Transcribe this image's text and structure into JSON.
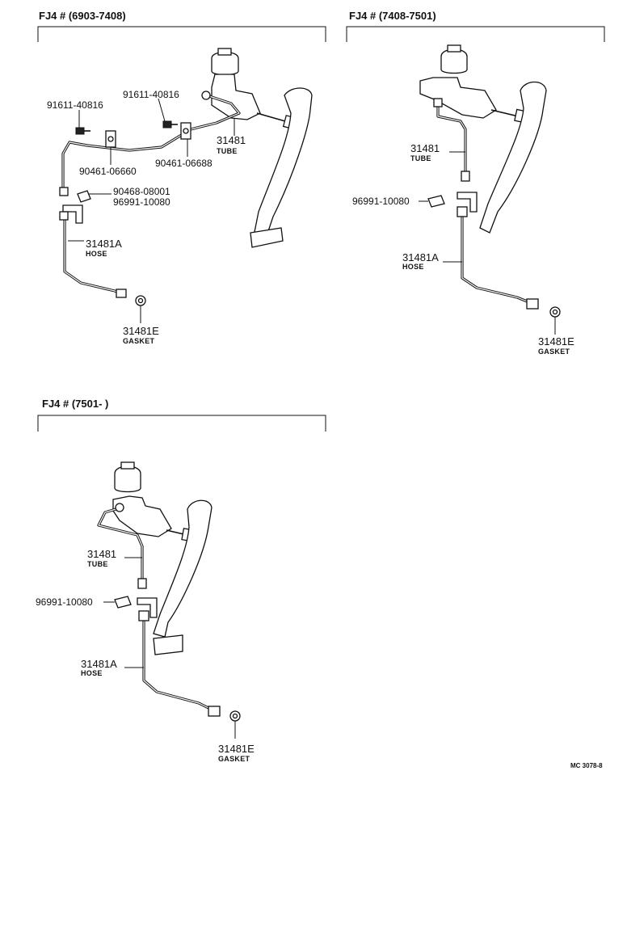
{
  "diagram": {
    "panels": [
      {
        "header": "FJ4 # (6903-7408)",
        "labels": {
          "bolt_left": "91611-40816",
          "bolt_right": "91611-40816",
          "clamp_left": "90461-06660",
          "clamp_right": "90461-06688",
          "tube_pn": "31481",
          "tube_name": "TUBE",
          "clip_a": "90468-08001",
          "clip_b": "96991-10080",
          "hose_pn": "31481A",
          "hose_name": "HOSE",
          "gasket_pn": "31481E",
          "gasket_name": "GASKET"
        }
      },
      {
        "header": "FJ4 # (7408-7501)",
        "labels": {
          "tube_pn": "31481",
          "tube_name": "TUBE",
          "clip": "96991-10080",
          "hose_pn": "31481A",
          "hose_name": "HOSE",
          "gasket_pn": "31481E",
          "gasket_name": "GASKET"
        }
      },
      {
        "header": "FJ4 # (7501-        )",
        "labels": {
          "tube_pn": "31481",
          "tube_name": "TUBE",
          "clip": "96991-10080",
          "hose_pn": "31481A",
          "hose_name": "HOSE",
          "gasket_pn": "31481E",
          "gasket_name": "GASKET"
        }
      }
    ],
    "figure_code": "MC 3078-8"
  }
}
